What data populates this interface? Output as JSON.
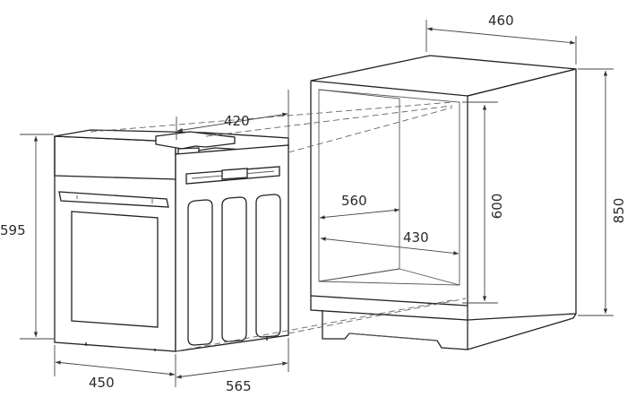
{
  "dimensions": {
    "cabinet_depth": "460",
    "cabinet_height": "850",
    "niche_height": "600",
    "niche_depth": "560",
    "niche_width": "430",
    "oven_top_width": "420",
    "oven_height": "595",
    "oven_width": "450",
    "oven_depth": "565"
  },
  "colors": {
    "line": "#222222",
    "text": "#2a2a2a",
    "background": "#ffffff"
  }
}
